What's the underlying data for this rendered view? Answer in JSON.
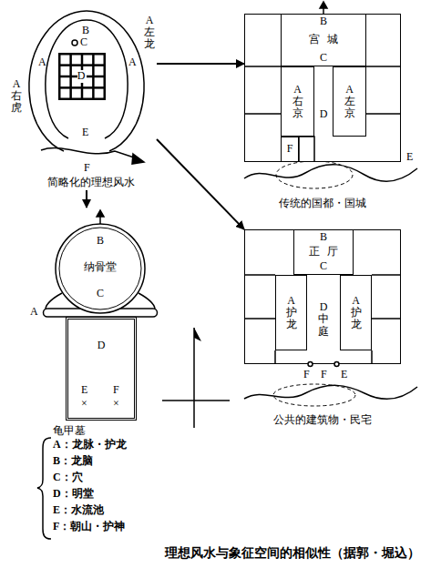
{
  "diagram": {
    "caption": "理想风水与象征空间的相似性（据郭・堀込）",
    "nodes": [
      {
        "text": [
          "简略化的理想风水"
        ]
      },
      {
        "text": [
          "D"
        ],
        "in": 0
      },
      {
        "text": [
          "传统的国都・国城"
        ]
      },
      {
        "text": [
          "B",
          "宫城",
          "C"
        ],
        "in": 2
      },
      {
        "text": [
          "A右京"
        ],
        "in": 2
      },
      {
        "text": [
          "D"
        ],
        "in": 2
      },
      {
        "text": [
          "A左京"
        ],
        "in": 2
      },
      {
        "text": [
          "F"
        ],
        "in": 2
      },
      {
        "text": [
          "龟甲墓"
        ]
      },
      {
        "text": [
          "B",
          "纳骨堂",
          "C"
        ],
        "in": 8
      },
      {
        "text": [
          "D"
        ],
        "in": 8
      },
      {
        "text": [
          "公共的建筑物・民宅"
        ]
      },
      {
        "text": [
          "B",
          "正厅",
          "C"
        ],
        "in": 11
      },
      {
        "text": [
          "A护龙"
        ],
        "in": 11
      },
      {
        "text": [
          "D中庭"
        ],
        "in": 11
      },
      {
        "text": [
          "A护龙"
        ],
        "in": 11
      }
    ],
    "edges": [
      {
        "from": 0,
        "to": 2,
        "arrow": "to"
      },
      {
        "from": 0,
        "to": 11,
        "arrow": "to"
      },
      {
        "from": 0,
        "to": 8,
        "arrow": "to"
      }
    ],
    "labels": [
      "A",
      "A",
      "A右虎",
      "A左龙",
      "B",
      "C",
      "E",
      "F",
      "E",
      "F",
      "F",
      "E",
      "A",
      "E",
      "F",
      "×",
      "×",
      "A：龙脉・护龙",
      "B：龙脑",
      "C：穴",
      "D：明堂",
      "E：水流池",
      "F：朝山・护神"
    ]
  }
}
